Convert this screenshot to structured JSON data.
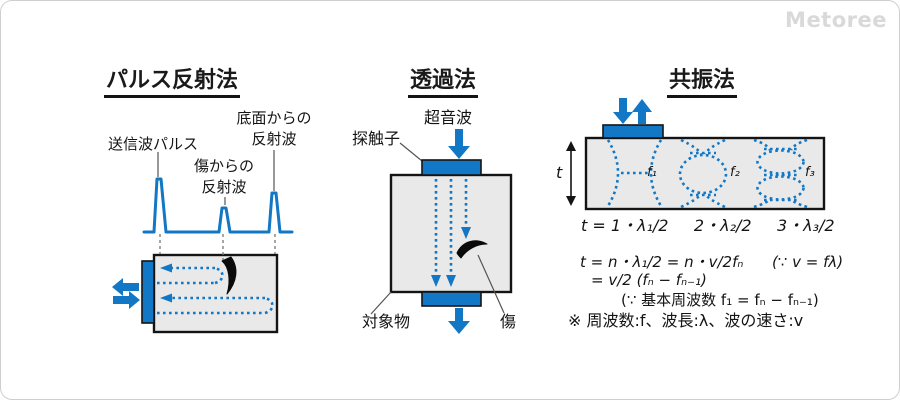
{
  "logo": "Metoree",
  "colors": {
    "accent_blue": "#1277c5",
    "box_fill": "#e9e9e9",
    "logo_gray": "#d9d9d9"
  },
  "pulse_method": {
    "title": "パルス反射法",
    "labels": {
      "transmit_pulse": "送信波パルス",
      "bottom_echo": "底面からの\n反射波",
      "flaw_echo": "傷からの\n反射波"
    }
  },
  "transmission_method": {
    "title": "透過法",
    "labels": {
      "ultrasonic_wave": "超音波",
      "probe": "探触子",
      "object": "対象物",
      "flaw": "傷"
    }
  },
  "resonance_method": {
    "title": "共振法",
    "labels": {
      "thickness": "t",
      "f1": "f₁",
      "f2": "f₂",
      "f3": "f₃"
    },
    "formulas": {
      "half_wavelengths": "t = 1・λ₁/2     2・λ₂/2     3・λ₃/2",
      "line1": "t = n・λ₁/2 = n・v/2fₙ      (∵ v = fλ)",
      "line2": "= v/2 (fₙ − fₙ₋₁)",
      "line3": "(∵ 基本周波数 f₁ = fₙ − fₙ₋₁)",
      "note": "※ 周波数:f、波長:λ、波の速さ:v"
    }
  }
}
